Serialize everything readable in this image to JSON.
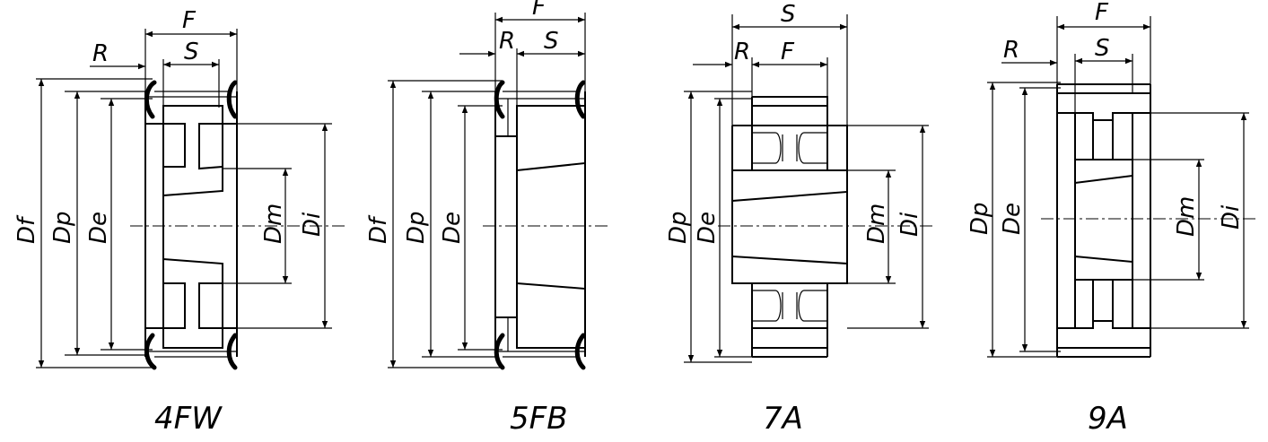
{
  "figures": [
    {
      "caption": "4FW",
      "labels": {
        "F": "F",
        "S": "S",
        "R": "R",
        "Df": "Df",
        "Dp": "Dp",
        "De": "De",
        "Dm": "Dm",
        "Di": "Di"
      }
    },
    {
      "caption": "5FB",
      "labels": {
        "F": "F",
        "S": "S",
        "R": "R",
        "Df": "Df",
        "Dp": "Dp",
        "De": "De"
      }
    },
    {
      "caption": "7A",
      "labels": {
        "S": "S",
        "F": "F",
        "R": "R",
        "Dp": "Dp",
        "De": "De",
        "Dm": "Dm",
        "Di": "Di"
      }
    },
    {
      "caption": "9A",
      "labels": {
        "F": "F",
        "S": "S",
        "R": "R",
        "Dp": "Dp",
        "De": "De",
        "Dm": "Dm",
        "Di": "Di"
      }
    }
  ]
}
